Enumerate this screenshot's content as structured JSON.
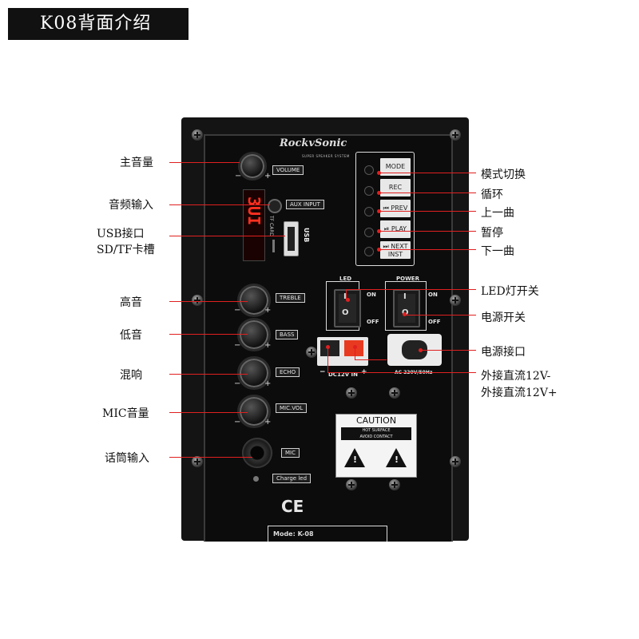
{
  "title": "K08背面介绍",
  "brand": {
    "name": "RockvSonic",
    "sub": "SUPER SPEAKER SYSTEM"
  },
  "display": {
    "text": "3UI"
  },
  "controls": {
    "volume": "VOLUME",
    "aux": "AUX INPUT",
    "tf": "TF CARD",
    "usb": "USB",
    "treble": "TREBLE",
    "bass": "BASS",
    "echo": "ECHO",
    "micvol": "MIC.VOL",
    "mic": "MIC",
    "charge": "Charge led"
  },
  "buttons": [
    {
      "label": "MODE"
    },
    {
      "label": "REC"
    },
    {
      "label": "⏮ PREV"
    },
    {
      "label": "⏯ PLAY"
    },
    {
      "label": "⏭ NEXT INST"
    }
  ],
  "switches": {
    "led": "LED",
    "power": "POWER",
    "on": "ON",
    "off": "OFF"
  },
  "dc": {
    "label": "DC12V IN",
    "minus": "−",
    "plus": "+"
  },
  "ac": {
    "label": "AC 220V/50Hz"
  },
  "caution": {
    "title": "CAUTION",
    "line1": "HOT SURFACE",
    "line2": "AVOID CONTACT"
  },
  "ce": "CE",
  "model": "Mode: K-08",
  "left_callouts": {
    "volume": "主音量",
    "aux": "音频输入",
    "usb_line1": "USB接口",
    "usb_line2": "SD/TF卡槽",
    "treble": "高音",
    "bass": "低音",
    "echo": "混响",
    "micvol": "MIC音量",
    "mic": "话筒输入"
  },
  "right_callouts": {
    "mode": "模式切换",
    "loop": "循环",
    "prev": "上一曲",
    "pause": "暂停",
    "next": "下一曲",
    "led": "LED灯开关",
    "power": "电源开关",
    "ac": "电源接口",
    "dcminus": "外接直流12V-",
    "dcplus": "外接直流12V+"
  },
  "colors": {
    "callout_line": "#e02020",
    "panel": "#141414",
    "title_bg": "#111111"
  }
}
